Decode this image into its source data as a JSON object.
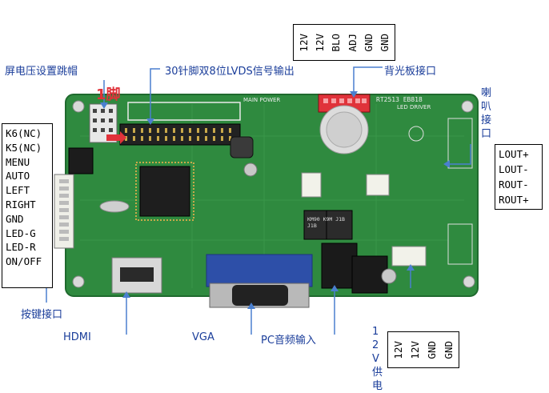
{
  "labels": {
    "screen_voltage": "屏电压设置跳帽",
    "lvds": "30针脚双8位LVDS信号输出",
    "backlight": "背光板接口",
    "speaker": "喇叭接口",
    "keypad": "按键接口",
    "hdmi": "HDMI",
    "vga": "VGA",
    "pc_audio": "PC音频输入",
    "power": "12V供电"
  },
  "backlight_pins": [
    "GND",
    "GND",
    "ADJ",
    "BLO",
    "12V",
    "12V"
  ],
  "power_pins": [
    "GND",
    "GND",
    "12V",
    "12V"
  ],
  "speaker_pins": [
    "LOUT+",
    "LOUT-",
    "ROUT-",
    "ROUT+"
  ],
  "keypad_pins": [
    "K6(NC)",
    "K5(NC)",
    "MENU",
    "AUTO",
    "LEFT",
    "RIGHT",
    "GND",
    "LED-G",
    "LED-R",
    "ON/OFF"
  ],
  "board": {
    "pin_one_marker": "1脚",
    "chip_text": "RT2513 EB818",
    "led_driver": "LED DRIVER",
    "main_power": "MAIN POWER",
    "inductor": "KM90 K9M J1B J1B"
  },
  "colors": {
    "pcb": "#2f8a3f",
    "pcb_dark": "#1f6a2e",
    "label_blue": "#1a3d9a",
    "vga_blue": "#2d4fa8",
    "red_connector": "#e0323a"
  }
}
